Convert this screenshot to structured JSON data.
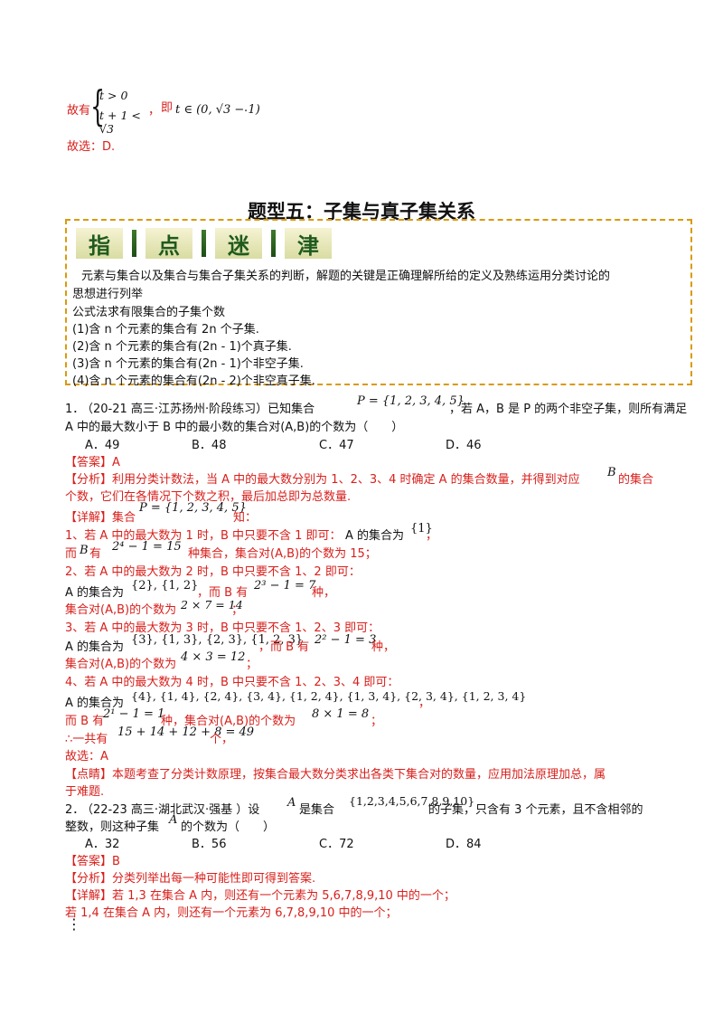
{
  "top": {
    "guyou": "故有",
    "sys_line1": "t > 0",
    "sys_line2": "t + 1 < √3",
    "comma": "，",
    "ji": "即",
    "interval": "t ∈ (0, √3 − 1)",
    "period": ".",
    "answer": "故选：D."
  },
  "section": {
    "title": "题型五：子集与真子集关系",
    "banner": [
      "指",
      "点",
      "迷",
      "津"
    ],
    "lines": [
      "元素与集合以及集合与集合子集关系的判断，解题的关键是正确理解所给的定义及熟练运用分类讨论的",
      "思想进行列举",
      "公式法求有限集合的子集个数",
      "(1)含 n 个元素的集合有 2n 个子集.",
      "(2)含 n 个元素的集合有(2n - 1)个真子集.",
      "(3)含 n 个元素的集合有(2n - 1)个非空子集.",
      "(4)含 n 个元素的集合有(2n - 2)个非空真子集."
    ]
  },
  "q1": {
    "num": "1．",
    "source": "（20-21 高三·江苏扬州·阶段练习）已知集合",
    "set": "P = {1, 2, 3, 4, 5}",
    "rest": "，若 A，B 是 P 的两个非空子集，则所有满足",
    "line2": "A 中的最大数小于 B 中的最小数的集合对(A,B)的个数为（　　）",
    "options": [
      "A．49",
      "B．48",
      "C．47",
      "D．46"
    ],
    "answer_tag": "【答案】",
    "answer": "A",
    "analysis_tag": "【分析】",
    "analysis_1a": "利用分类计数法，当 A 中的最大数分别为 1、2、3、4 时确定 A 的集合数量，并得到对应",
    "analysis_var": "B",
    "analysis_1b": "的集合",
    "analysis_2": "个数，它们在各情况下个数之积，最后加总即为总数量.",
    "detail_tag": "【详解】",
    "detail_a": "集合",
    "detail_set": "P = {1, 2, 3, 4, 5}",
    "detail_b": "知：",
    "c1_head": "1、若 A 中的最大数为 1 时，B 中只要不含 1 即可：",
    "c1_A": "A 的集合为",
    "c1_Aset": "{1}",
    "c1_comma": "，",
    "c1_line2a": "而",
    "c1_line2b": "B",
    "c1_line2c": "有",
    "c1_count": "2⁴ − 1 = 15",
    "c1_line2d": "种集合，集合对(A,B)的个数为 15；",
    "c2_head": "2、若 A 中的最大数为 2 时，B 中只要不含 1、2 即可：",
    "c2_A": "A 的集合为",
    "c2_Aset": "{2}, {1, 2}",
    "c2_mid": "，而 B 有",
    "c2_count": "2³ − 1 = 7",
    "c2_end": "种，",
    "c2_line3": "集合对(A,B)的个数为",
    "c2_prod": "2 × 7 = 14",
    "c2_semi": "；",
    "c3_head": "3、若 A 中的最大数为 3 时，B 中只要不含 1、2、3 即可：",
    "c3_A": "A 的集合为",
    "c3_Aset": "{3}, {1, 3}, {2, 3}, {1, 2, 3}",
    "c3_mid": "，而 B 有",
    "c3_count": "2² − 1 = 3",
    "c3_end": "种，",
    "c3_line3": "集合对(A,B)的个数为",
    "c3_prod": "4 × 3 = 12",
    "c3_semi": "；",
    "c4_head": "4、若 A 中的最大数为 4 时，B 中只要不含 1、2、3、4 即可：",
    "c4_A": "A 的集合为",
    "c4_Aset": "{4}, {1, 4}, {2, 4}, {3, 4}, {1, 2, 4}, {1, 3, 4}, {2, 3, 4}, {1, 2, 3, 4}",
    "c4_comma": "，",
    "c4_line2a": "而 B 有",
    "c4_count": "2¹ − 1 = 1",
    "c4_line2b": "种，集合对(A,B)的个数为",
    "c4_prod": "8 × 1 = 8",
    "c4_semi": "；",
    "total_a": "∴一共有",
    "total": "15 + 14 + 12 + 8 = 49",
    "total_b": "个，",
    "choose": "故选：A",
    "comment_tag": "【点睛】",
    "comment_1": "本题考查了分类计数原理，按集合最大数分类求出各类下集合对的数量，应用加法原理加总，属",
    "comment_2": "于难题."
  },
  "q2": {
    "num": "2．",
    "source": "（22-23 高三·湖北武汉·强基 ）设",
    "A": "A",
    "mid": "是集合",
    "set": "{1,2,3,4,5,6,7,8,9,10}",
    "rest": "的子集，只含有 3 个元素，且不含相邻的",
    "line2a": "整数，则这种子集",
    "line2b": "的个数为（　　）",
    "options": [
      "A．32",
      "B．56",
      "C．72",
      "D．84"
    ],
    "answer_tag": "【答案】",
    "answer": "B",
    "analysis_tag": "【分析】",
    "analysis": "分类列举出每一种可能性即可得到答案.",
    "detail_tag": "【详解】",
    "detail_1": "若 1,3 在集合 A 内，则还有一个元素为 5,6,7,8,9,10 中的一个；",
    "detail_2": "若 1,4 在集合 A 内，则还有一个元素为 6,7,8,9,10 中的一个；",
    "ellipsis": "⋮"
  }
}
